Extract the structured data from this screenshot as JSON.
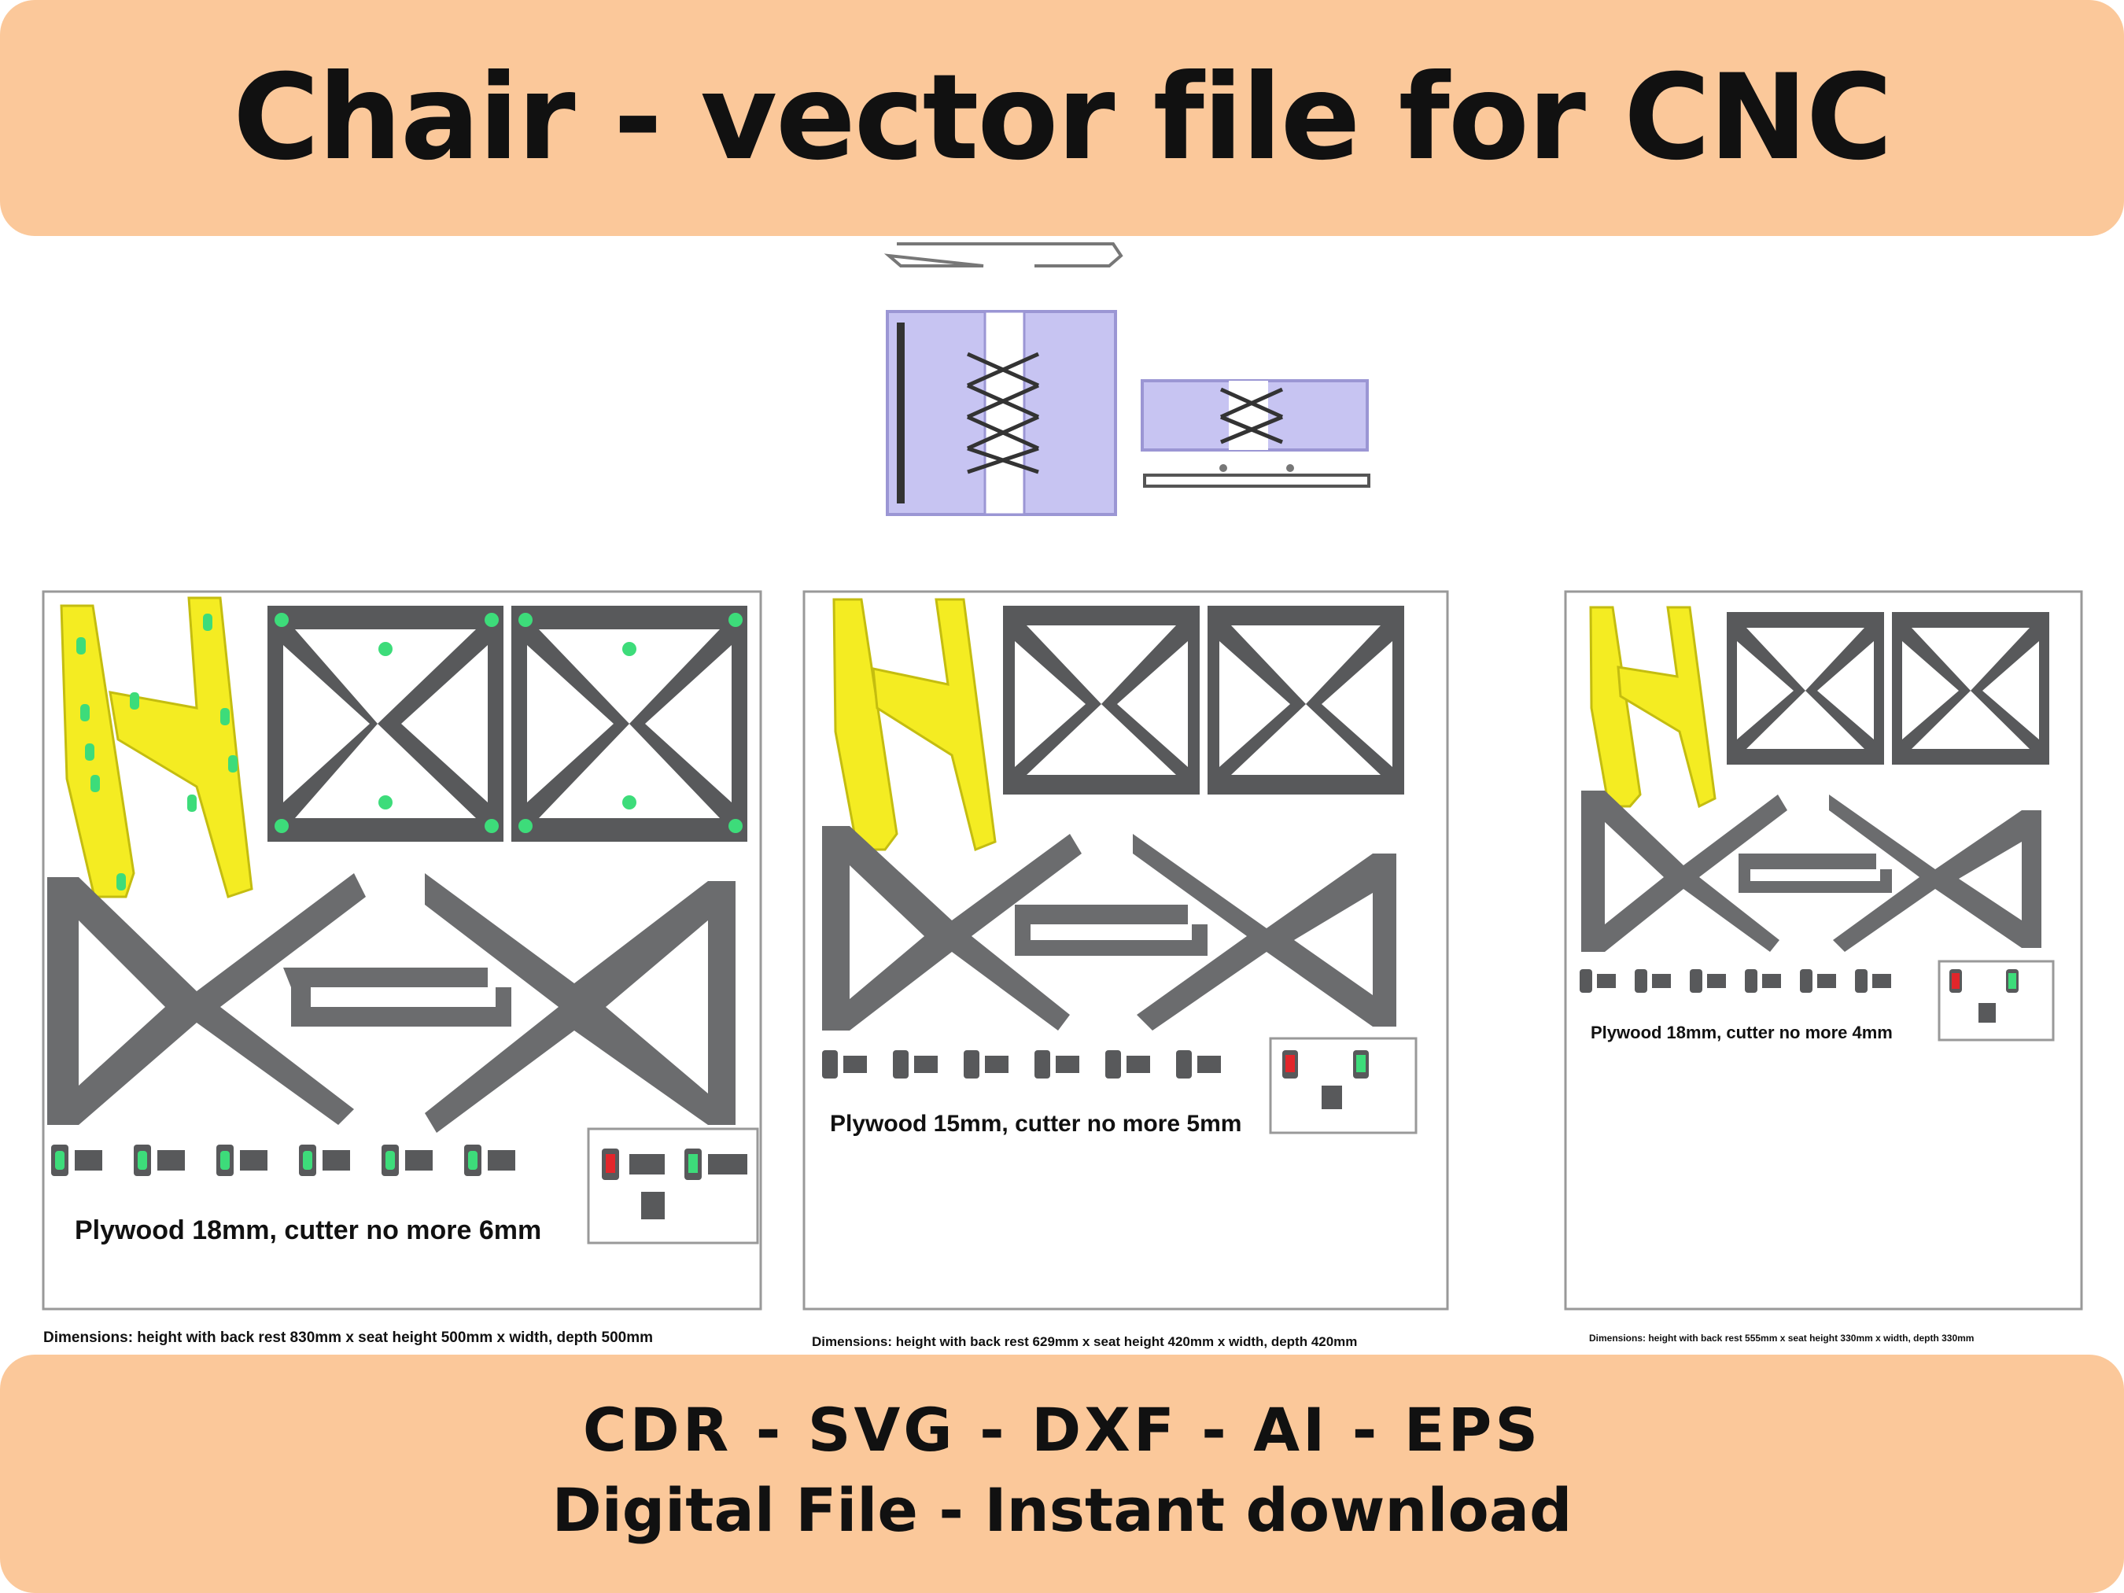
{
  "header": {
    "title": "Chair - vector file for CNC"
  },
  "sheets": [
    {
      "material_label": "Plywood 18mm, cutter no more 6mm",
      "dimensions": "Dimensions: height with back rest 830mm x seat height 500mm x width, depth 500mm"
    },
    {
      "material_label": "Plywood 15mm, cutter no more 5mm",
      "dimensions": "Dimensions: height with back rest 629mm x seat height 420mm x width, depth 420mm"
    },
    {
      "material_label": "Plywood 18mm, cutter no more 4mm",
      "dimensions": "Dimensions: height with back rest 555mm x seat height 330mm x width, depth 330mm"
    }
  ],
  "footer": {
    "formats": "CDR - SVG - DXF - AI - EPS",
    "tagline": "Digital File - Instant download"
  },
  "colors": {
    "banner": "#fbc89a",
    "part_dark": "#58595b",
    "part_yellow": "#f4ec22",
    "hole_green": "#3ddc7a",
    "seat_fill": "#c7c4f2"
  }
}
